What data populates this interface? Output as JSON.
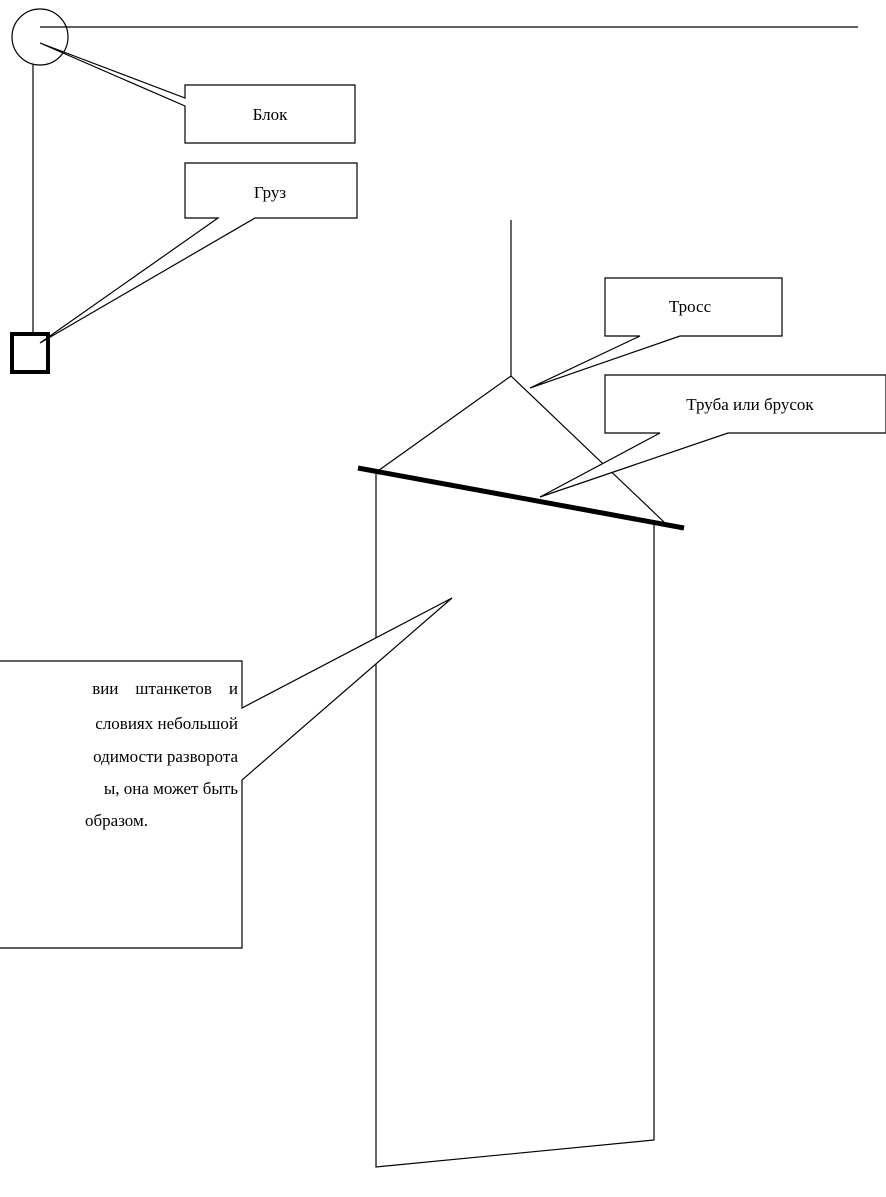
{
  "labels": {
    "block": "Блок",
    "load": "Груз",
    "cable": "Тросс",
    "pipe": "Труба или брусок",
    "note_lines": [
      "вии    штанкетов    и",
      "словиях небольшой",
      "одимости разворота",
      "ы, она может быть",
      "образом."
    ]
  }
}
